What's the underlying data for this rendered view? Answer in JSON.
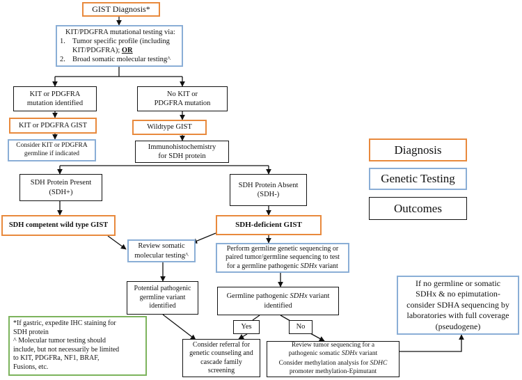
{
  "gist_diagnosis": "GIST Diagnosis*",
  "kit_testing": {
    "line1": "KIT/PDGFRA mutational testing via:",
    "line2_num": "1.",
    "line2": "Tumor specific profile (including",
    "line3": "KIT/PDGFRA);",
    "line3_or": "OR",
    "line4_num": "2.",
    "line4": "Broad somatic molecular testing^"
  },
  "kit_mutation": {
    "line1": "KIT or PDGFRA",
    "line2": "mutation identified"
  },
  "no_kit_mutation": {
    "line1": "No KIT or",
    "line2": "PDGFRA mutation"
  },
  "kit_gist": "KIT or PDGFRA GIST",
  "wildtype_gist": "Wildtype GIST",
  "consider_kit": {
    "line1": "Consider KIT or PDGFRA",
    "line2": "germline if indicated"
  },
  "ihc": {
    "line1": "Immunohistochemistry",
    "line2": "for SDH protein"
  },
  "sdh_present": {
    "line1": "SDH Protein Present",
    "line2": "(SDH+)"
  },
  "sdh_absent": {
    "line1": "SDH Protein Absent",
    "line2": "(SDH-)"
  },
  "sdh_competent": "SDH competent wild type GIST",
  "sdh_deficient": "SDH-deficient GIST",
  "review_somatic": {
    "line1": "Review somatic",
    "line2": "molecular testing^"
  },
  "perform_germline": {
    "line1": "Perform germline genetic sequencing or",
    "line2": "paired tumor/germline sequencing to test",
    "line3_a": "for a germline pathogenic ",
    "line3_em": "SDHx",
    "line3_b": " variant"
  },
  "potential_variant": {
    "line1": "Potential pathogenic",
    "line2": "germline variant",
    "line3": "identified"
  },
  "germline_variant": {
    "line1_a": "Germline pathogenic ",
    "line1_em": "SDHx",
    "line1_b": " variant",
    "line2": "identified"
  },
  "yes_label": "Yes",
  "no_label": "No",
  "consider_referral": {
    "line1": "Consider referral for",
    "line2": "genetic counseling and",
    "line3": "cascade family",
    "line4": "screening"
  },
  "review_tumor": {
    "line1": "Review tumor sequencing for a",
    "line2_a": "pathogenic somatic ",
    "line2_em": "SDHx",
    "line2_b": " variant",
    "line3_a": "Consider methylation analysis for ",
    "line3_em": "SDHC",
    "line4": "promoter methylation-Epimutant"
  },
  "if_no_germline": {
    "line1": "If no germline or somatic",
    "line2": "SDHx & no epimutation-",
    "line3": "consider SDHA sequencing by",
    "line4": "laboratories with full coverage",
    "line5": "(pseudogene)"
  },
  "footnote": {
    "line1": "*If gastric, expedite IHC staining for",
    "line2": "SDH protein",
    "line3": "^ Molecular tumor testing should",
    "line4": "include, but not necessarily be limited",
    "line5": "to KIT, PDGFRa, NF1, BRAF,",
    "line6": "Fusions, etc."
  },
  "legend": {
    "diagnosis": "Diagnosis",
    "genetic_testing": "Genetic Testing",
    "outcomes": "Outcomes"
  },
  "colors": {
    "diagnosis_border": "#e8893c",
    "genetic_testing_border": "#8aaed6",
    "outcomes_border": "#111111",
    "note_border": "#7cb35c"
  }
}
